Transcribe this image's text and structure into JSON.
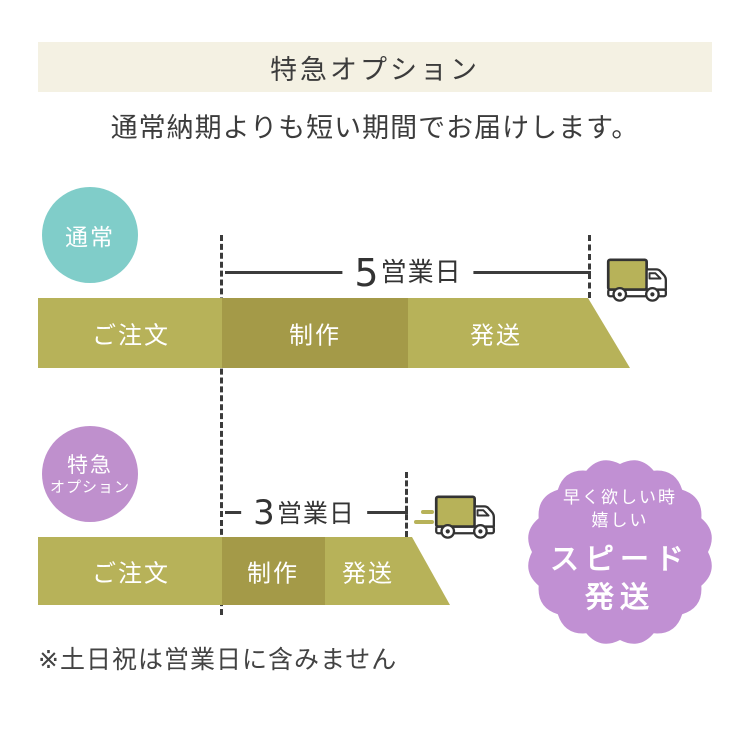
{
  "header": {
    "title": "特急オプション",
    "subtitle": "通常納期よりも短い期間でお届けします。"
  },
  "normal_flow": {
    "label": "通常",
    "duration_number": "5",
    "duration_unit": "営業日",
    "steps": [
      {
        "label": "ご注文"
      },
      {
        "label": "制作"
      },
      {
        "label": "発送"
      }
    ]
  },
  "express_flow": {
    "label_line1": "特急",
    "label_line2": "オプション",
    "duration_number": "3",
    "duration_unit": "営業日",
    "steps": [
      {
        "label": "ご注文"
      },
      {
        "label": "制作"
      },
      {
        "label": "発送"
      }
    ]
  },
  "speed_badge": {
    "line1": "早く欲しい時",
    "line2": "嬉しい",
    "line3": "スピード",
    "line4": "発送"
  },
  "footnote": "※土日祝は営業日に含みません",
  "icons": {
    "truck_normal": "delivery-truck-icon",
    "truck_express": "delivery-truck-icon"
  },
  "colors": {
    "header_bg": "#f4f1e3",
    "normal_circle": "#80cdc9",
    "express_circle": "#bf90cd",
    "speed_badge_bg": "#c190d3",
    "bar_light": "#b7b259",
    "bar_dark": "#a49a48",
    "line": "#3c3c3c",
    "text": "#3e3e3e"
  }
}
